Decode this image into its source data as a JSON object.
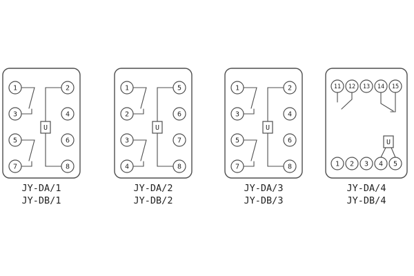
{
  "colors": {
    "background": "#ffffff",
    "line": "#4d4d4d",
    "text": "#1f1f1f"
  },
  "panels": [
    {
      "labels": [
        "JY-DA/1",
        "JY-DB/1"
      ],
      "left_terminals": [
        "1",
        "3",
        "5",
        "7"
      ],
      "right_terminals": [
        "2",
        "4",
        "6",
        "8"
      ],
      "element_label": "U"
    },
    {
      "labels": [
        "JY-DA/2",
        "JY-DB/2"
      ],
      "left_terminals": [
        "1",
        "2",
        "3",
        "4"
      ],
      "right_terminals": [
        "5",
        "6",
        "7",
        "8"
      ],
      "element_label": "U"
    },
    {
      "labels": [
        "JY-DA/3",
        "JY-DB/3"
      ],
      "left_terminals": [
        "1",
        "3",
        "5",
        "7"
      ],
      "right_terminals": [
        "2",
        "4",
        "6",
        "8"
      ],
      "element_label": "U"
    },
    {
      "labels": [
        "JY-DA/4",
        "JY-DB/4"
      ],
      "top_terminals": [
        "11",
        "12",
        "13",
        "14",
        "15"
      ],
      "bottom_terminals": [
        "1",
        "2",
        "3",
        "4",
        "5"
      ],
      "element_label": "U"
    }
  ]
}
